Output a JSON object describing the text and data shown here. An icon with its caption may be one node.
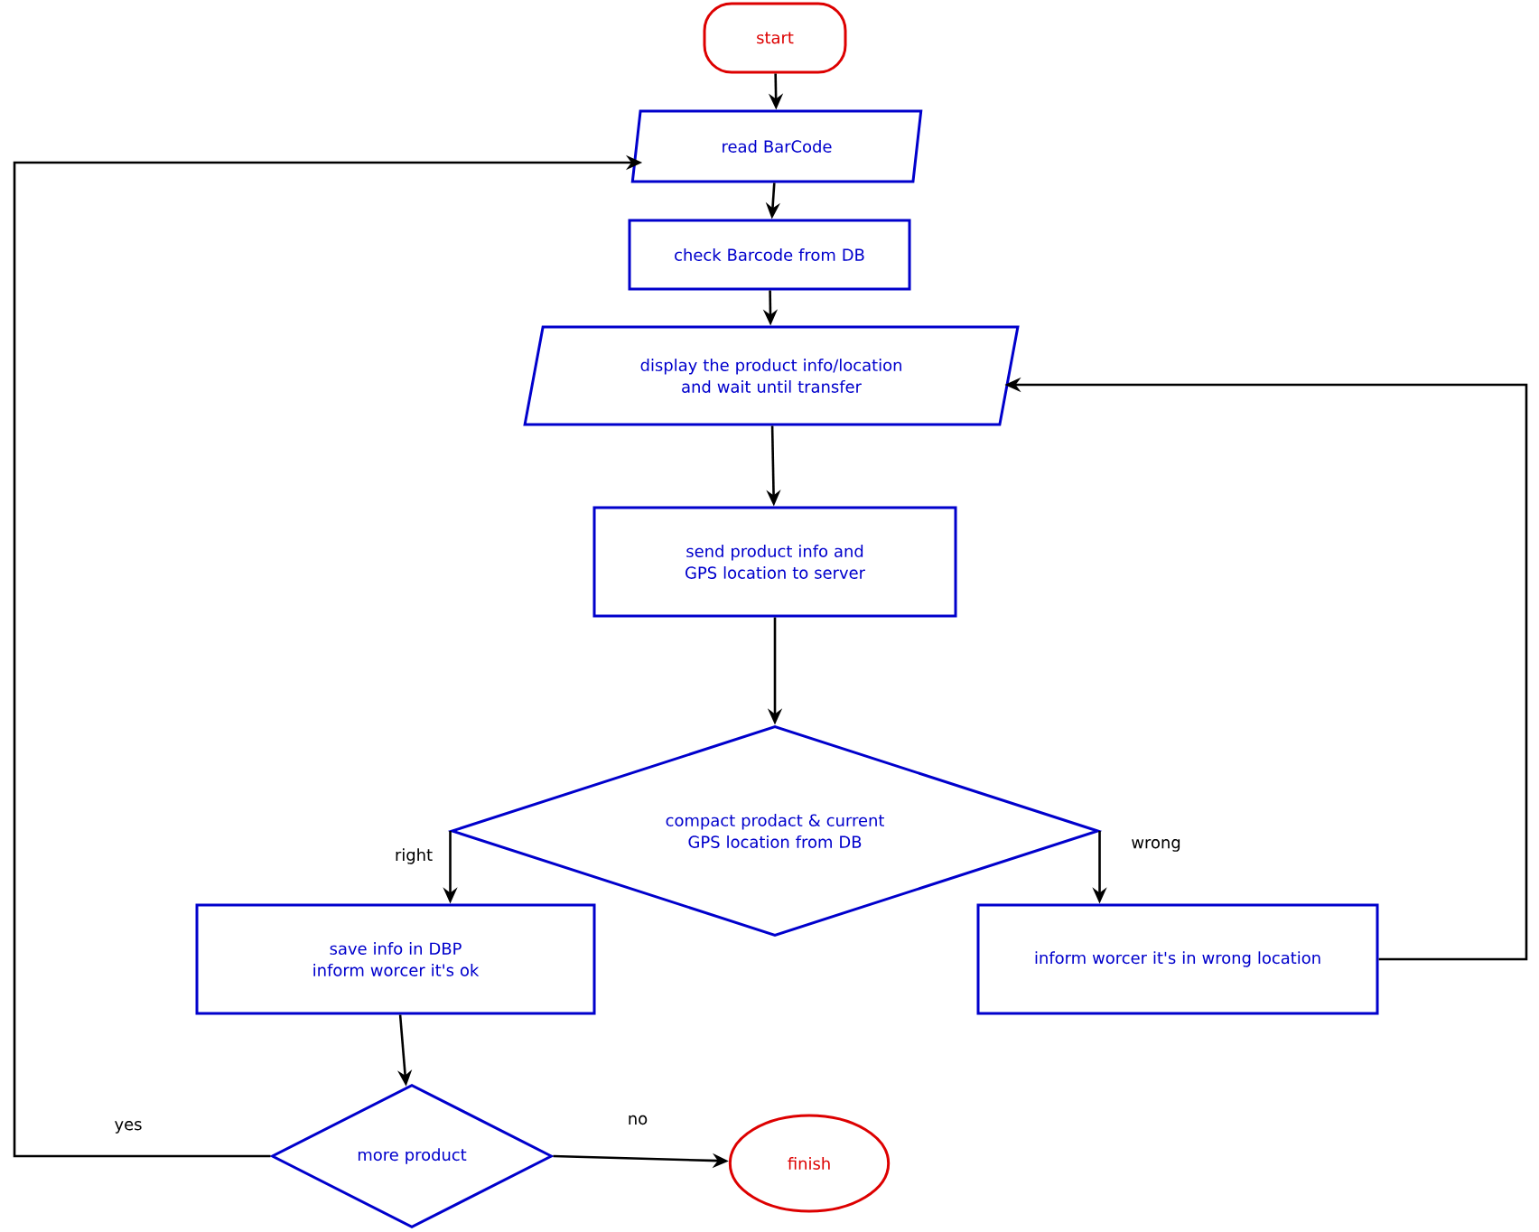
{
  "diagram": {
    "nodes": [
      {
        "text": [
          "start"
        ]
      },
      {
        "text": [
          "read BarCode"
        ]
      },
      {
        "text": [
          "check Barcode from DB"
        ]
      },
      {
        "text": [
          "display the product info/location and wait until transfer"
        ]
      },
      {
        "text": [
          "send product info and GPS location to server"
        ]
      },
      {
        "text": [
          "compact prodact & current GPS location from DB"
        ]
      },
      {
        "text": [
          "save info in DBP inform worcer it's ok"
        ]
      },
      {
        "text": [
          "inform worcer it's in wrong location"
        ]
      },
      {
        "text": [
          "more product"
        ]
      },
      {
        "text": [
          "finish"
        ]
      }
    ],
    "edges": [
      {
        "from": 0,
        "to": 1,
        "arrow": "to"
      },
      {
        "from": 1,
        "to": 2,
        "arrow": "to"
      },
      {
        "from": 2,
        "to": 3,
        "arrow": "to"
      },
      {
        "from": 3,
        "to": 4,
        "arrow": "to"
      },
      {
        "from": 4,
        "to": 5,
        "arrow": "to"
      },
      {
        "from": 5,
        "to": 6,
        "arrow": "to",
        "label": "right"
      },
      {
        "from": 5,
        "to": 7,
        "arrow": "to",
        "label": "wrong"
      },
      {
        "from": 6,
        "to": 8,
        "arrow": "to"
      },
      {
        "from": 8,
        "to": 9,
        "arrow": "to",
        "label": "no"
      },
      {
        "from": 8,
        "to": 1,
        "arrow": "to",
        "label": "yes"
      },
      {
        "from": 7,
        "to": 3,
        "arrow": "to"
      }
    ]
  }
}
